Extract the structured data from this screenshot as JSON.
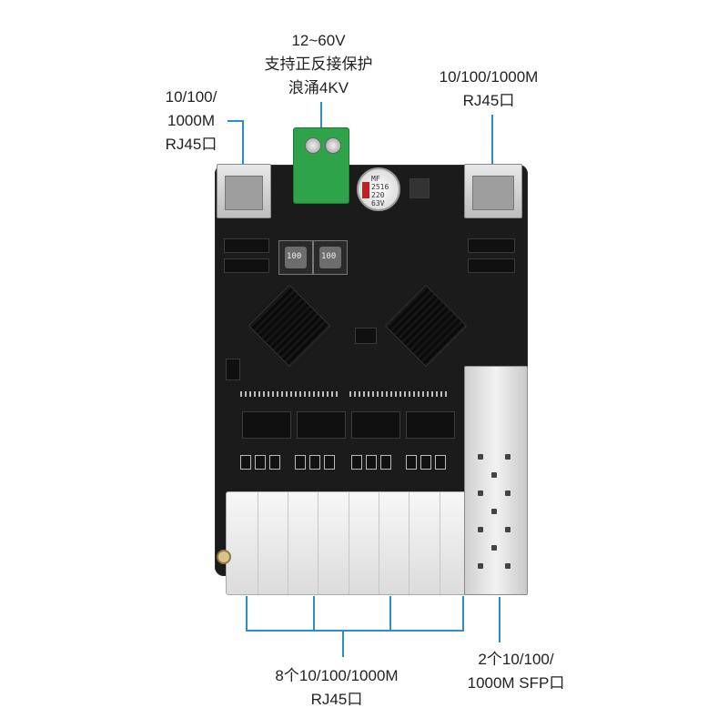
{
  "labels": {
    "power_line1": "12~60V",
    "power_line2": "支持正反接保护",
    "power_line3": "浪涌4KV",
    "left_rj45_line1": "10/100/",
    "left_rj45_line2": "1000M",
    "left_rj45_line3": "RJ45口",
    "right_rj45_line1": "10/100/1000M",
    "right_rj45_line2": "RJ45口",
    "bottom_rj45_line1": "8个10/100/1000M",
    "bottom_rj45_line2": "RJ45口",
    "sfp_line1": "2个10/100/",
    "sfp_line2": "1000M SFP口"
  },
  "board_marks": {
    "inductor_1": "100",
    "inductor_2": "100",
    "capacitor_line1": "MF",
    "capacitor_line2": "2516",
    "capacitor_line3": "220",
    "capacitor_line4": "63V"
  },
  "colors": {
    "callout_line": "#2b8fc4",
    "board": "#1b1b1b",
    "terminal": "#2fa34a"
  }
}
